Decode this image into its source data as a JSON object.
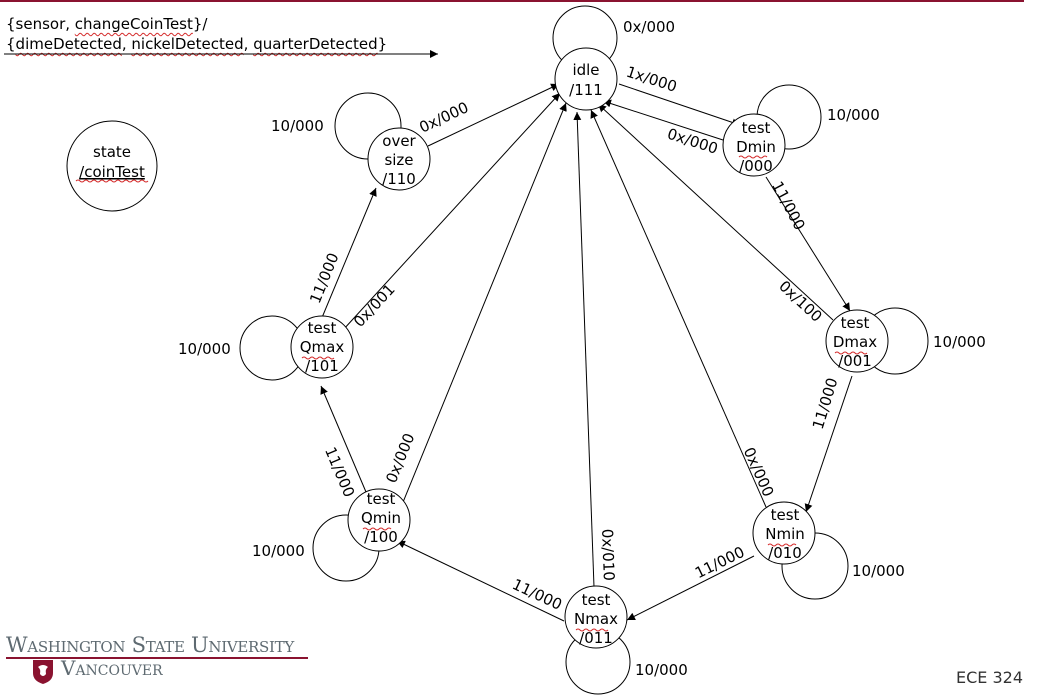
{
  "legend": {
    "line1": [
      "{sensor, ",
      "changeCoinTest",
      "}/"
    ],
    "line2": [
      "{",
      "dimeDetected",
      ", ",
      "nickelDetected",
      ", ",
      "quarterDetected",
      "}"
    ]
  },
  "key_state": [
    "state",
    "/coinTest"
  ],
  "states": {
    "idle": [
      "idle",
      "/111"
    ],
    "oversize": [
      "over",
      "size",
      "/110"
    ],
    "testDmin": [
      "test",
      "Dmin",
      "/000"
    ],
    "testDmax": [
      "test",
      "Dmax",
      "/001"
    ],
    "testNmin": [
      "test",
      "Nmin",
      "/010"
    ],
    "testNmax": [
      "test",
      "Nmax",
      "/011"
    ],
    "testQmin": [
      "test",
      "Qmin",
      "/100"
    ],
    "testQmax": [
      "test",
      "Qmax",
      "/101"
    ]
  },
  "transitions": {
    "idle_self": "0x/000",
    "idle_to_dmin": "1x/000",
    "dmin_to_idle": "0x/000",
    "dmin_self": "10/000",
    "dmin_to_dmax": "11/000",
    "dmax_to_idle": "0x/100",
    "dmax_self": "10/000",
    "dmax_to_nmin": "11/000",
    "nmin_to_idle": "0x/000",
    "nmin_self": "10/000",
    "nmin_to_nmax": "11/000",
    "nmax_to_idle": "0x/010",
    "nmax_self": "10/000",
    "nmax_to_qmin": "11/000",
    "qmin_to_idle": "0x/000",
    "qmin_self": "10/000",
    "qmin_to_qmax": "11/000",
    "qmax_to_idle": "0x/001",
    "qmax_self": "10/000",
    "qmax_to_oversize": "11/000",
    "oversize_to_idle": "0x/000",
    "oversize_self": "10/000"
  },
  "footer": {
    "university": "Washington State University",
    "campus": "Vancouver",
    "course": "ECE 324"
  },
  "colors": {
    "accent": "#8a1330",
    "logo_gray": "#5e6a71",
    "spell_underline": "#d42a2a"
  }
}
